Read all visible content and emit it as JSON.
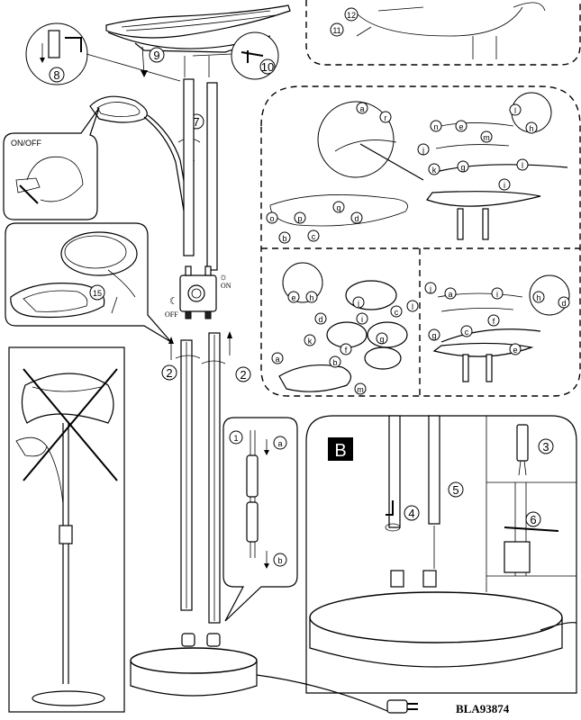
{
  "labels": {
    "on_off": "ON/OFF",
    "switch_off": "OFF",
    "switch_on": "ON",
    "panel_b": "B",
    "code": "BLA93874"
  },
  "steps": {
    "s2a": "2",
    "s2b": "2",
    "s3": "3",
    "s4": "4",
    "s5": "5",
    "s6": "6",
    "s7": "7",
    "s8": "8",
    "s9": "9",
    "s10": "10",
    "s11": "11",
    "s12": "12",
    "s15": "15",
    "s1": "1"
  },
  "letters": {
    "a": "a",
    "b": "b",
    "c": "c",
    "d": "d",
    "e": "e",
    "f": "f",
    "g": "g",
    "h": "h",
    "i": "i",
    "j": "j",
    "k": "k",
    "l": "l",
    "m": "m",
    "n": "n",
    "o": "o",
    "p": "p",
    "q": "q",
    "r": "r"
  }
}
